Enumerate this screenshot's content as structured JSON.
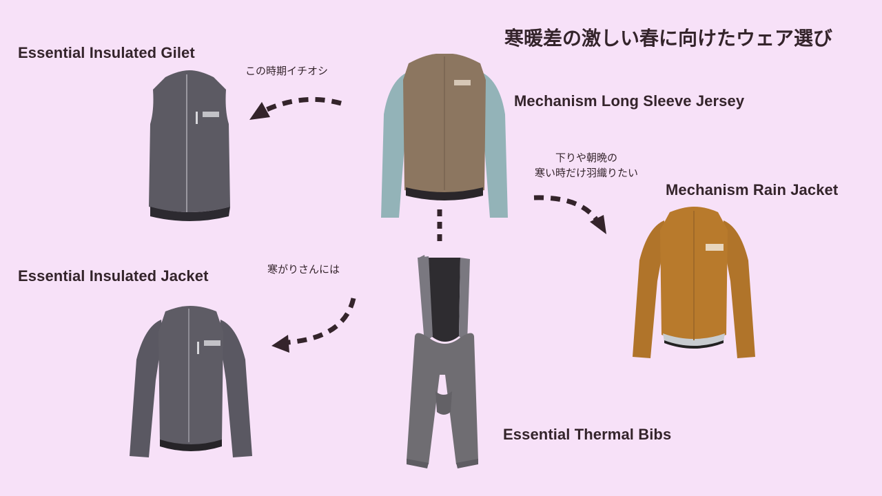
{
  "title": "寒暖差の激しい春に向けたウェア選び",
  "colors": {
    "background": "#f7e1f8",
    "text": "#34242b",
    "arrow": "#34242b"
  },
  "products": {
    "center": {
      "name": "Mechanism Long Sleeve Jersey",
      "colors": {
        "body": "#8c7660",
        "sleeves": "#93b3b8"
      }
    },
    "gilet": {
      "name": "Essential Insulated Gilet",
      "colors": {
        "body": "#5c5a63"
      }
    },
    "insulated_jacket": {
      "name": "Essential Insulated Jacket",
      "colors": {
        "body": "#5e5c65"
      }
    },
    "rain_jacket": {
      "name": "Mechanism Rain Jacket",
      "colors": {
        "body": "#b87a2c"
      }
    },
    "bibs": {
      "name": "Essential Thermal Bibs",
      "colors": {
        "body": "#6f6d72",
        "mesh": "#2e2c30"
      }
    }
  },
  "annotations": {
    "gilet_note": "この時期イチオシ",
    "rain_note_line1": "下りや朝晩の",
    "rain_note_line2": "寒い時だけ羽織りたい",
    "cold_note": "寒がりさんには"
  }
}
